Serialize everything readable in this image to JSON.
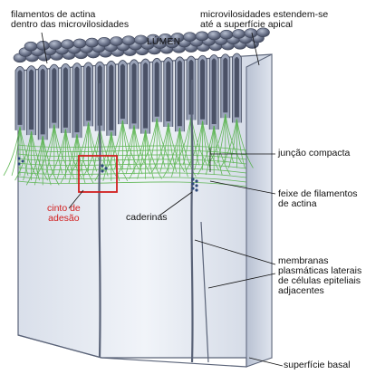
{
  "labels": {
    "actin_in_microvilli": [
      "filamentos de actina",
      "dentro das microvilosidades"
    ],
    "lumen": "LÚMEN",
    "microvilli_apical": [
      "microvilosidades estendem-se",
      "até a superfície apical"
    ],
    "tight_junction": "junção compacta",
    "actin_bundle": [
      "feixe de filamentos",
      "de actina"
    ],
    "adhesion_belt": [
      "cinto de",
      "adesão"
    ],
    "cadherins": "caderinas",
    "lateral_membranes": [
      "membranas",
      "plasmáticas laterais",
      "de células epiteliais",
      "adjacentes"
    ],
    "basal_surface": "superfície basal"
  },
  "colors": {
    "membrane": "#5a6378",
    "microvilli_fill": "#4a5166",
    "microvilli_light": "#9aa3b8",
    "cell_fill": "#e7ebf3",
    "actin": "#4caf3f",
    "highlight_box": "#d21f1f",
    "label_red": "#d21f1f",
    "cadherin": "#2f4a7a"
  }
}
